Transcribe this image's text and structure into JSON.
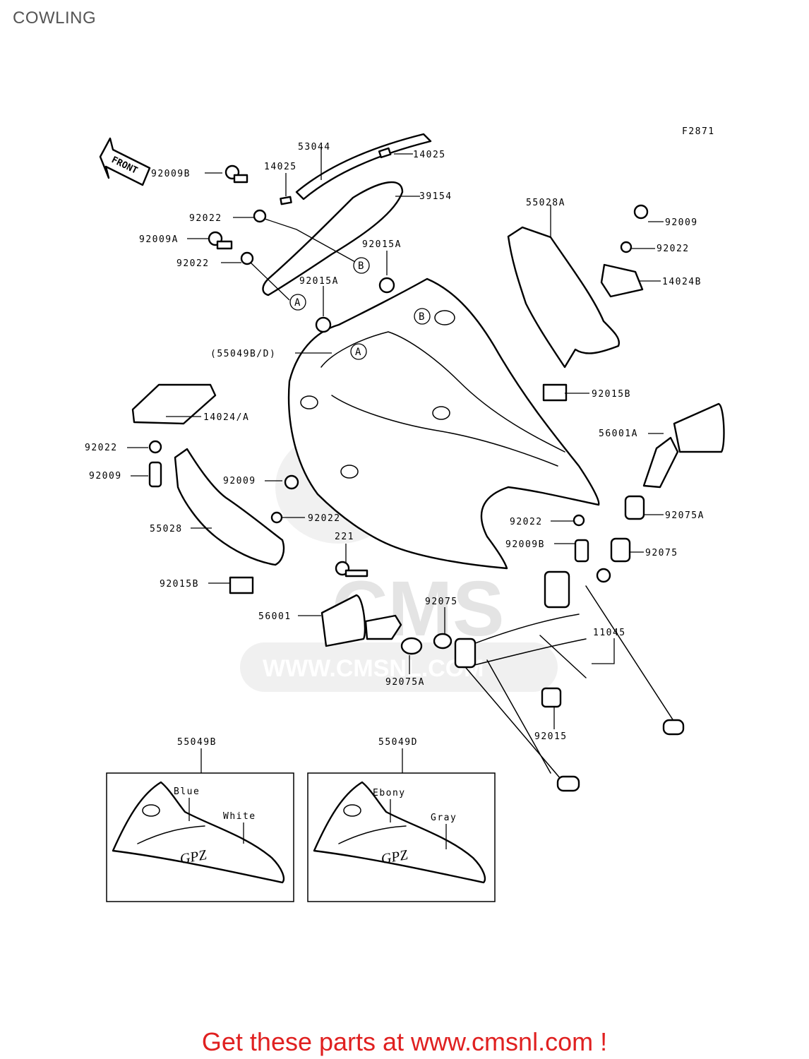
{
  "title": "COWLING",
  "figure_code": "F2871",
  "front_arrow_text": "FRONT",
  "labels": {
    "p53044": "53044",
    "p14025_top": "14025",
    "p14025_left": "14025",
    "p92009B_top": "92009B",
    "p39154": "39154",
    "p92022_a": "92022",
    "p92009A": "92009A",
    "p92015A_b": "92015A",
    "p92022_b": "92022",
    "p92015A_a": "92015A",
    "p55049BD": "(55049B/D)",
    "p55028A": "55028A",
    "p92009_r": "92009",
    "p92022_r": "92022",
    "p14024B": "14024B",
    "p92015B_r": "92015B",
    "p14024A": "14024/A",
    "p56001A": "56001A",
    "p92022_l": "92022",
    "p92009_l": "92009",
    "p92009_m": "92009",
    "p92022_m": "92022",
    "p55028": "55028",
    "p92075A_r": "92075A",
    "p92022_br": "92022",
    "p92009B_br": "92009B",
    "p92075_r": "92075",
    "p221": "221",
    "p92015B_l": "92015B",
    "p92075_m": "92075",
    "p56001": "56001",
    "p11045": "11045",
    "p92075A_m": "92075A",
    "p92015": "92015",
    "p55049B": "55049B",
    "p55049D": "55049D"
  },
  "callouts": {
    "A": "A",
    "B": "B"
  },
  "color_variants": [
    {
      "part": "55049B",
      "upper": "Blue",
      "lower": "White",
      "logo": "GPZ"
    },
    {
      "part": "55049D",
      "upper": "Ebony",
      "lower": "Gray",
      "logo": "GPZ"
    }
  ],
  "watermark": {
    "brand": "CMS",
    "url": "WWW.CMSNL.COM"
  },
  "promo": "Get these parts at www.cmsnl.com !"
}
